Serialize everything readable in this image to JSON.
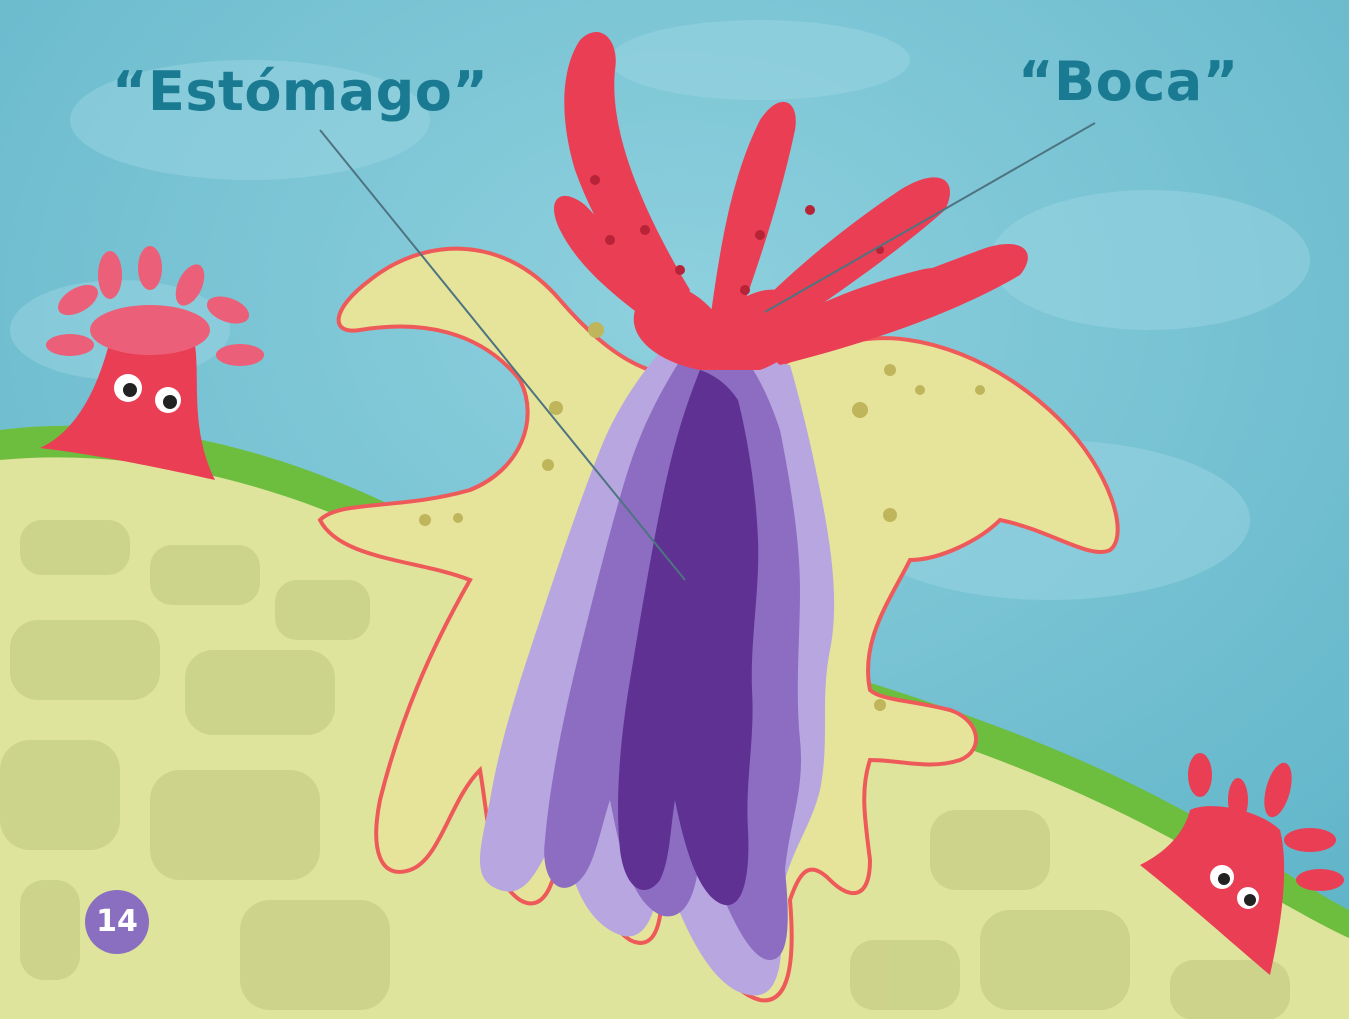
{
  "labels": {
    "stomach": "“Estómago”",
    "mouth": "“Boca”"
  },
  "page_number": "14",
  "colors": {
    "water": "#7fc6d6",
    "sand": "#dfe49c",
    "grass": "#6dbd3f",
    "starfish": "#e6e49a",
    "starfish_outline": "#ee5a5a",
    "stomach_dark": "#5e3192",
    "stomach_mid": "#8c6dc2",
    "stomach_light": "#b8a6e0",
    "anemone": "#ea3e54",
    "label_text": "#1a7a92",
    "badge": "#8a6fc0"
  }
}
